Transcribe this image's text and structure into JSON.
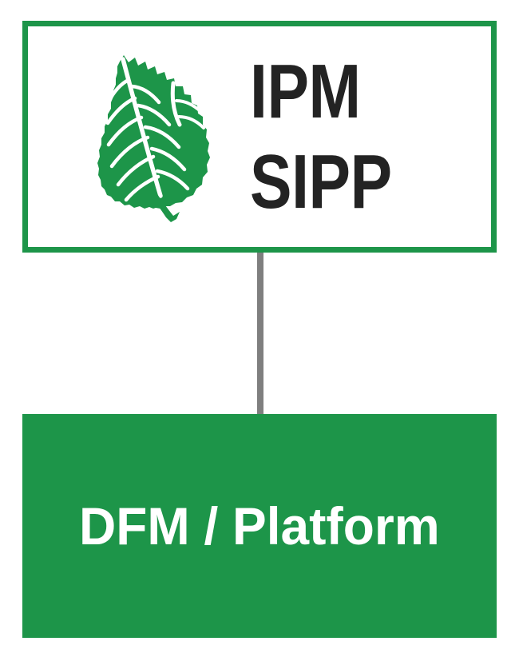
{
  "diagram": {
    "type": "flow-diagram",
    "orientation": "vertical",
    "background_color": "#ffffff",
    "accent_color": "#1d9549",
    "connector_color": "#7f7f7f",
    "text_dark_color": "#232323",
    "text_light_color": "#ffffff",
    "nodes": [
      {
        "id": "logo-node",
        "kind": "outlined-box",
        "icon": "leaf-icon",
        "title_line_1": "IPM",
        "title_line_2": "SIPP",
        "border_color": "#1d9549",
        "fill_color": "#ffffff",
        "text_color": "#232323"
      },
      {
        "id": "platform-node",
        "kind": "filled-box",
        "label": "DFM / Platform",
        "fill_color": "#1d9549",
        "text_color": "#ffffff"
      }
    ],
    "edges": [
      {
        "id": "logo-to-platform",
        "from": "logo-node",
        "to": "platform-node",
        "style": "solid-line",
        "color": "#7f7f7f"
      }
    ]
  }
}
